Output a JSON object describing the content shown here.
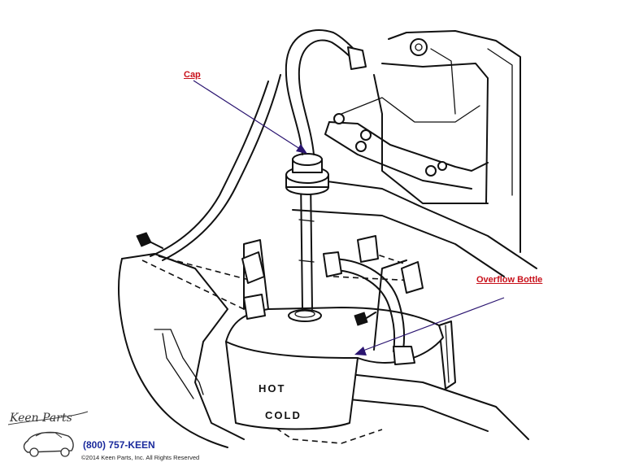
{
  "labels": {
    "cap": "Cap",
    "overflow_bottle": "Overflow Bottle"
  },
  "bottle_text": {
    "hot": "HOT",
    "cold": "COLD"
  },
  "footer": {
    "logo_text": "Keen Parts",
    "phone": "(800) 757-KEEN",
    "copyright": "©2014 Keen Parts, Inc. All Rights Reserved"
  },
  "colors": {
    "label_red": "#c8101a",
    "arrow_purple": "#2a1470",
    "phone_blue": "#1a2a9c"
  }
}
